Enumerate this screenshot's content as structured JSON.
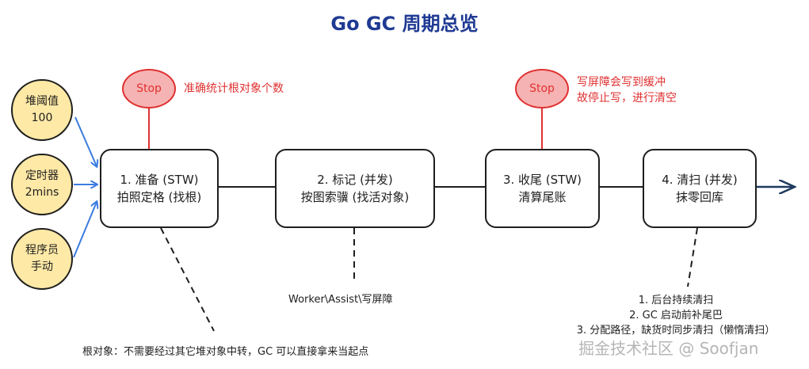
{
  "title": "Go GC 周期总览",
  "colors": {
    "title": "#1f3a93",
    "trigger_fill": "#ffe9a6",
    "stop_fill": "#f6b3b3",
    "stop_text": "#e03131",
    "arrow_blue": "#3b7be0",
    "line": "#1e1e1e"
  },
  "triggers": [
    {
      "line1": "堆阈值",
      "line2": "100"
    },
    {
      "line1": "定时器",
      "line2": "2mins"
    },
    {
      "line1": "程序员",
      "line2": "手动"
    }
  ],
  "stops": [
    {
      "label": "Stop",
      "note_lines": [
        "准确统计根对象个数"
      ]
    },
    {
      "label": "Stop",
      "note_lines": [
        "写屏障会写到缓冲",
        "故停止写，进行清空"
      ]
    }
  ],
  "phases": [
    {
      "line1": "1. 准备 (STW)",
      "line2": "拍照定格 (找根)"
    },
    {
      "line1": "2. 标记 (并发)",
      "line2": "按图索骥 (找活对象)"
    },
    {
      "line1": "3. 收尾 (STW)",
      "line2": "清算尾账"
    },
    {
      "line1": "4. 清扫 (并发)",
      "line2": "抹零回库"
    }
  ],
  "notes": {
    "mark": "Worker\\Assist\\写屏障",
    "root": "根对象：不需要经过其它堆对象中转，GC 可以直接拿来当起点",
    "sweep_steps": [
      "1. 后台持续清扫",
      "2. GC 启动前补尾巴",
      "3. 分配路径，缺货时同步清扫（懒惰清扫）"
    ]
  },
  "watermark": "掘金技术社区 @ Soofjan"
}
